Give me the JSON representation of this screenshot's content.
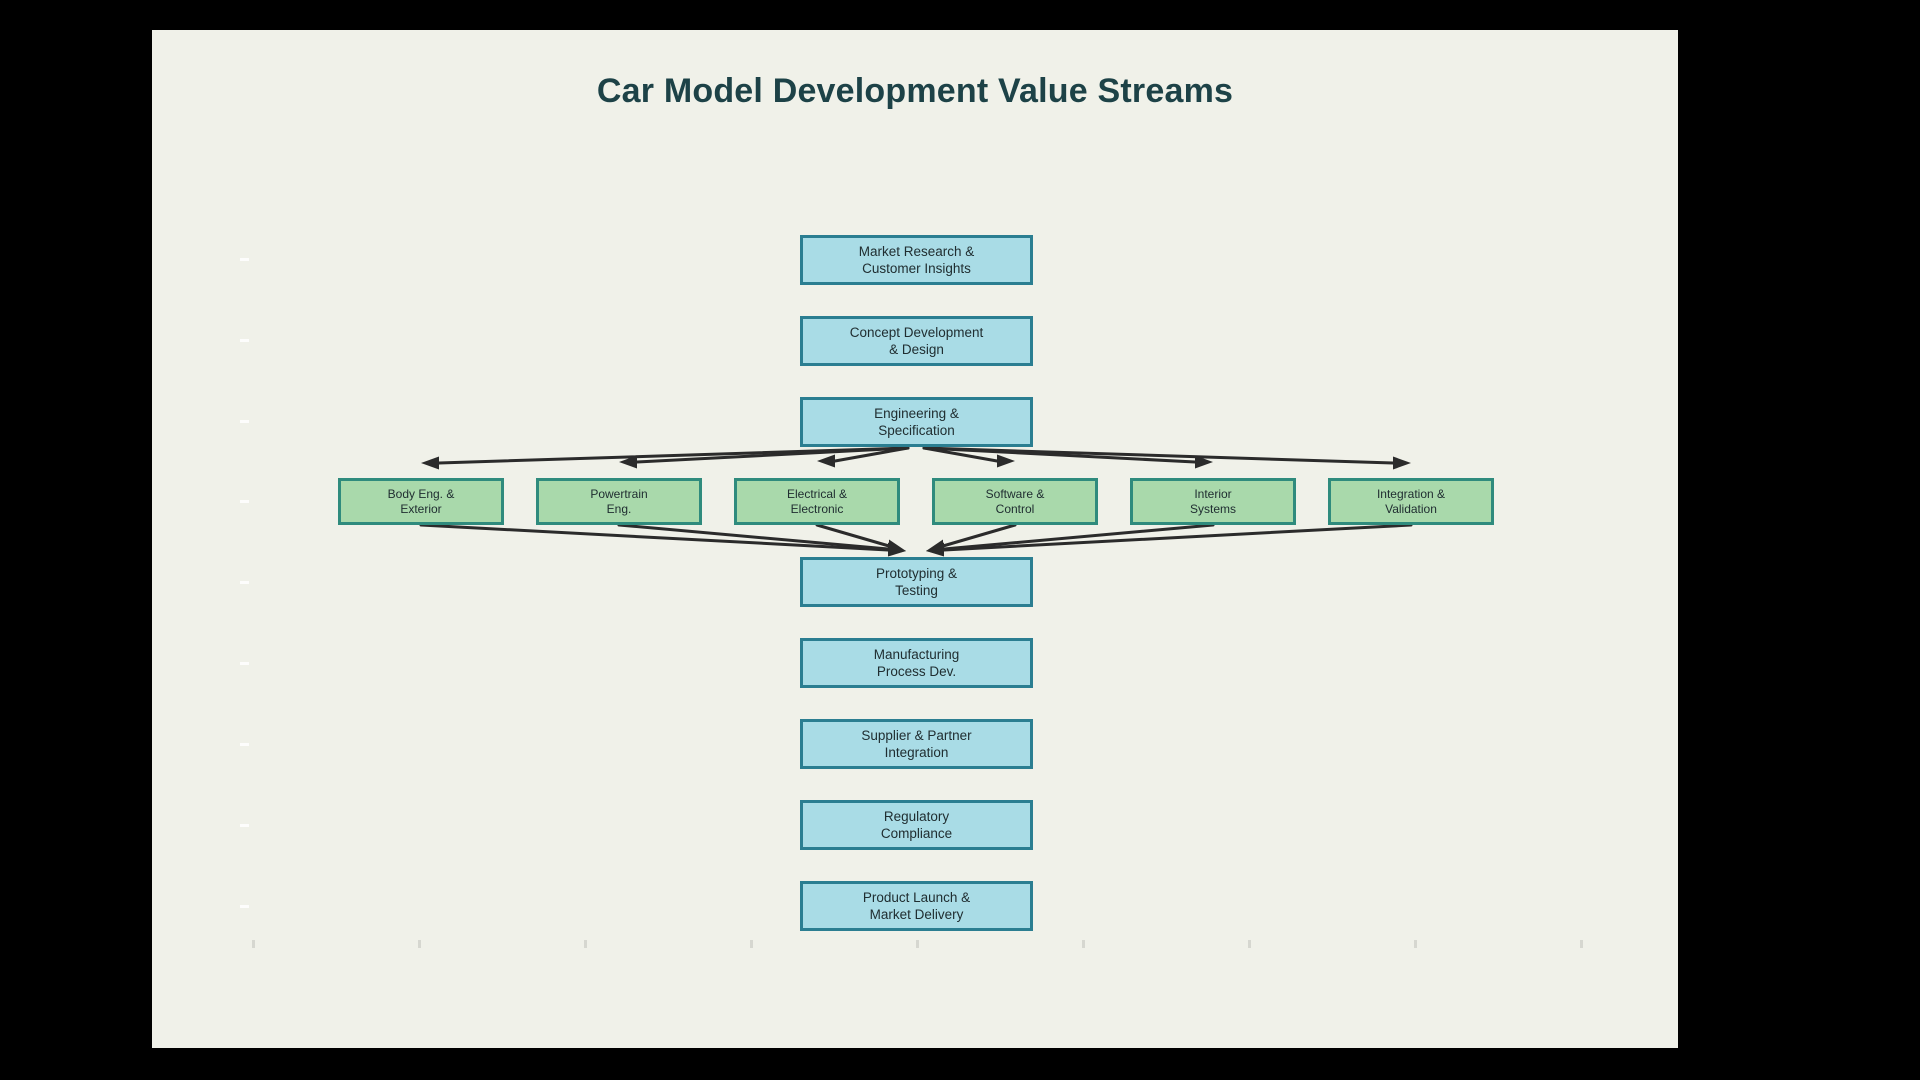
{
  "title": "Car Model Development Value Streams",
  "diagram": {
    "type": "flowchart",
    "main_flow": [
      {
        "label": "Market Research & Customer Insights",
        "lines": [
          "Market Research &",
          "Customer Insights"
        ]
      },
      {
        "label": "Concept Development & Design",
        "lines": [
          "Concept Development",
          "& Design"
        ]
      },
      {
        "label": "Engineering & Specification",
        "lines": [
          "Engineering &",
          "Specification"
        ]
      },
      {
        "label": "Prototyping & Testing",
        "lines": [
          "Prototyping &",
          "Testing"
        ]
      },
      {
        "label": "Manufacturing Process Dev.",
        "lines": [
          "Manufacturing",
          "Process Dev."
        ]
      },
      {
        "label": "Supplier & Partner Integration",
        "lines": [
          "Supplier & Partner",
          "Integration"
        ]
      },
      {
        "label": "Regulatory Compliance",
        "lines": [
          "Regulatory",
          "Compliance"
        ]
      },
      {
        "label": "Product Launch & Market Delivery",
        "lines": [
          "Product Launch &",
          "Market Delivery"
        ]
      }
    ],
    "branches": [
      {
        "label": "Body Eng. & Exterior",
        "lines": [
          "Body Eng. &",
          "Exterior"
        ]
      },
      {
        "label": "Powertrain Eng.",
        "lines": [
          "Powertrain",
          "Eng."
        ]
      },
      {
        "label": "Electrical & Electronic",
        "lines": [
          "Electrical &",
          "Electronic"
        ]
      },
      {
        "label": "Software & Control",
        "lines": [
          "Software &",
          "Control"
        ]
      },
      {
        "label": "Interior Systems",
        "lines": [
          "Interior",
          "Systems"
        ]
      },
      {
        "label": "Integration & Validation",
        "lines": [
          "Integration &",
          "Validation"
        ]
      }
    ],
    "connections": {
      "fan_out": {
        "from": "Engineering & Specification",
        "to": [
          "Body Eng. & Exterior",
          "Powertrain Eng.",
          "Electrical & Electronic",
          "Software & Control",
          "Interior Systems",
          "Integration & Validation"
        ]
      },
      "fan_in": {
        "from": [
          "Body Eng. & Exterior",
          "Powertrain Eng.",
          "Electrical & Electronic",
          "Software & Control",
          "Interior Systems",
          "Integration & Validation"
        ],
        "to": "Prototyping & Testing"
      }
    }
  },
  "colors": {
    "background": "#000000",
    "panel": "#f0f1e9",
    "title_text": "#1d4247",
    "node_text": "#202e31",
    "primary_node_fill": "#a9dce6",
    "primary_node_border": "#2b7e91",
    "branch_node_fill": "#a9d9ab",
    "branch_node_border": "#2f8b7d",
    "arrow": "#2b2b2b"
  }
}
